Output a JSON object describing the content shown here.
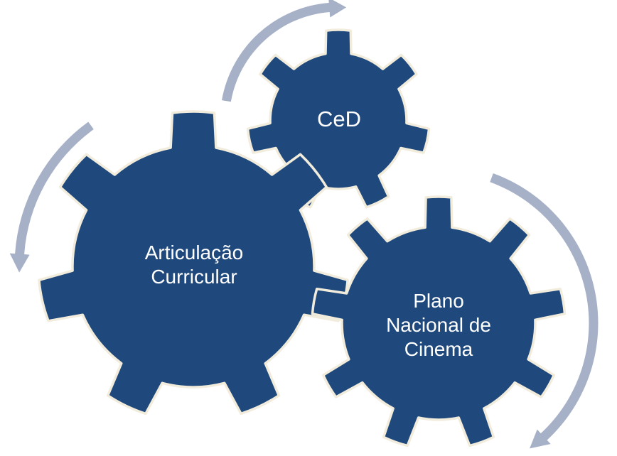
{
  "colors": {
    "gear_fill": "#1f497d",
    "gear_stroke": "#f2ecdc",
    "arrow_fill": "#a6b1c7",
    "label_color": "#ffffff"
  },
  "gears": {
    "ced": {
      "label_lines": [
        "CeD"
      ]
    },
    "articulacao": {
      "label_lines": [
        "Articulação",
        "Curricular"
      ]
    },
    "plano": {
      "label_lines": [
        "Plano",
        "Nacional de",
        "Cinema"
      ]
    }
  },
  "arrows": [
    {
      "name": "top-cycle-arrow",
      "direction": "clockwise"
    },
    {
      "name": "left-cycle-arrow",
      "direction": "counterclockwise"
    },
    {
      "name": "right-cycle-arrow",
      "direction": "clockwise"
    }
  ]
}
